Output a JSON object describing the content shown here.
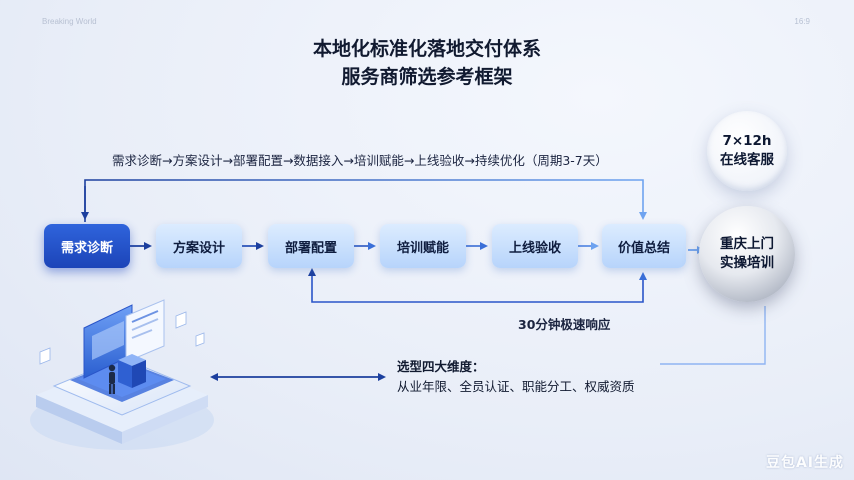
{
  "header": {
    "brand": "Breaking World",
    "ratio": "16:9",
    "title_line1": "本地化标准化落地交付体系",
    "title_line2": "服务商筛选参考框架"
  },
  "flow": {
    "summary": "需求诊断→方案设计→部署配置→数据接入→培训赋能→上线验收→持续优化（周期3-7天）",
    "steps": [
      "需求诊断",
      "方案设计",
      "部署配置",
      "培训赋能",
      "上线验收",
      "价值总结"
    ],
    "response_note": "30分钟极速响应"
  },
  "badges": {
    "hours_line1": "7×12h",
    "hours_line2": "在线客服",
    "onsite_line1": "重庆上门",
    "onsite_line2": "实操培训"
  },
  "selection": {
    "heading": "选型四大维度：",
    "text": "从业年限、全员认证、职能分工、权威资质"
  },
  "watermark": "豆包AI生成",
  "colors": {
    "accent": "#2a55c9",
    "step_light": "#c6ddfc",
    "arrow_dark": "#1c3f9e",
    "arrow_light": "#6ea3f0"
  }
}
